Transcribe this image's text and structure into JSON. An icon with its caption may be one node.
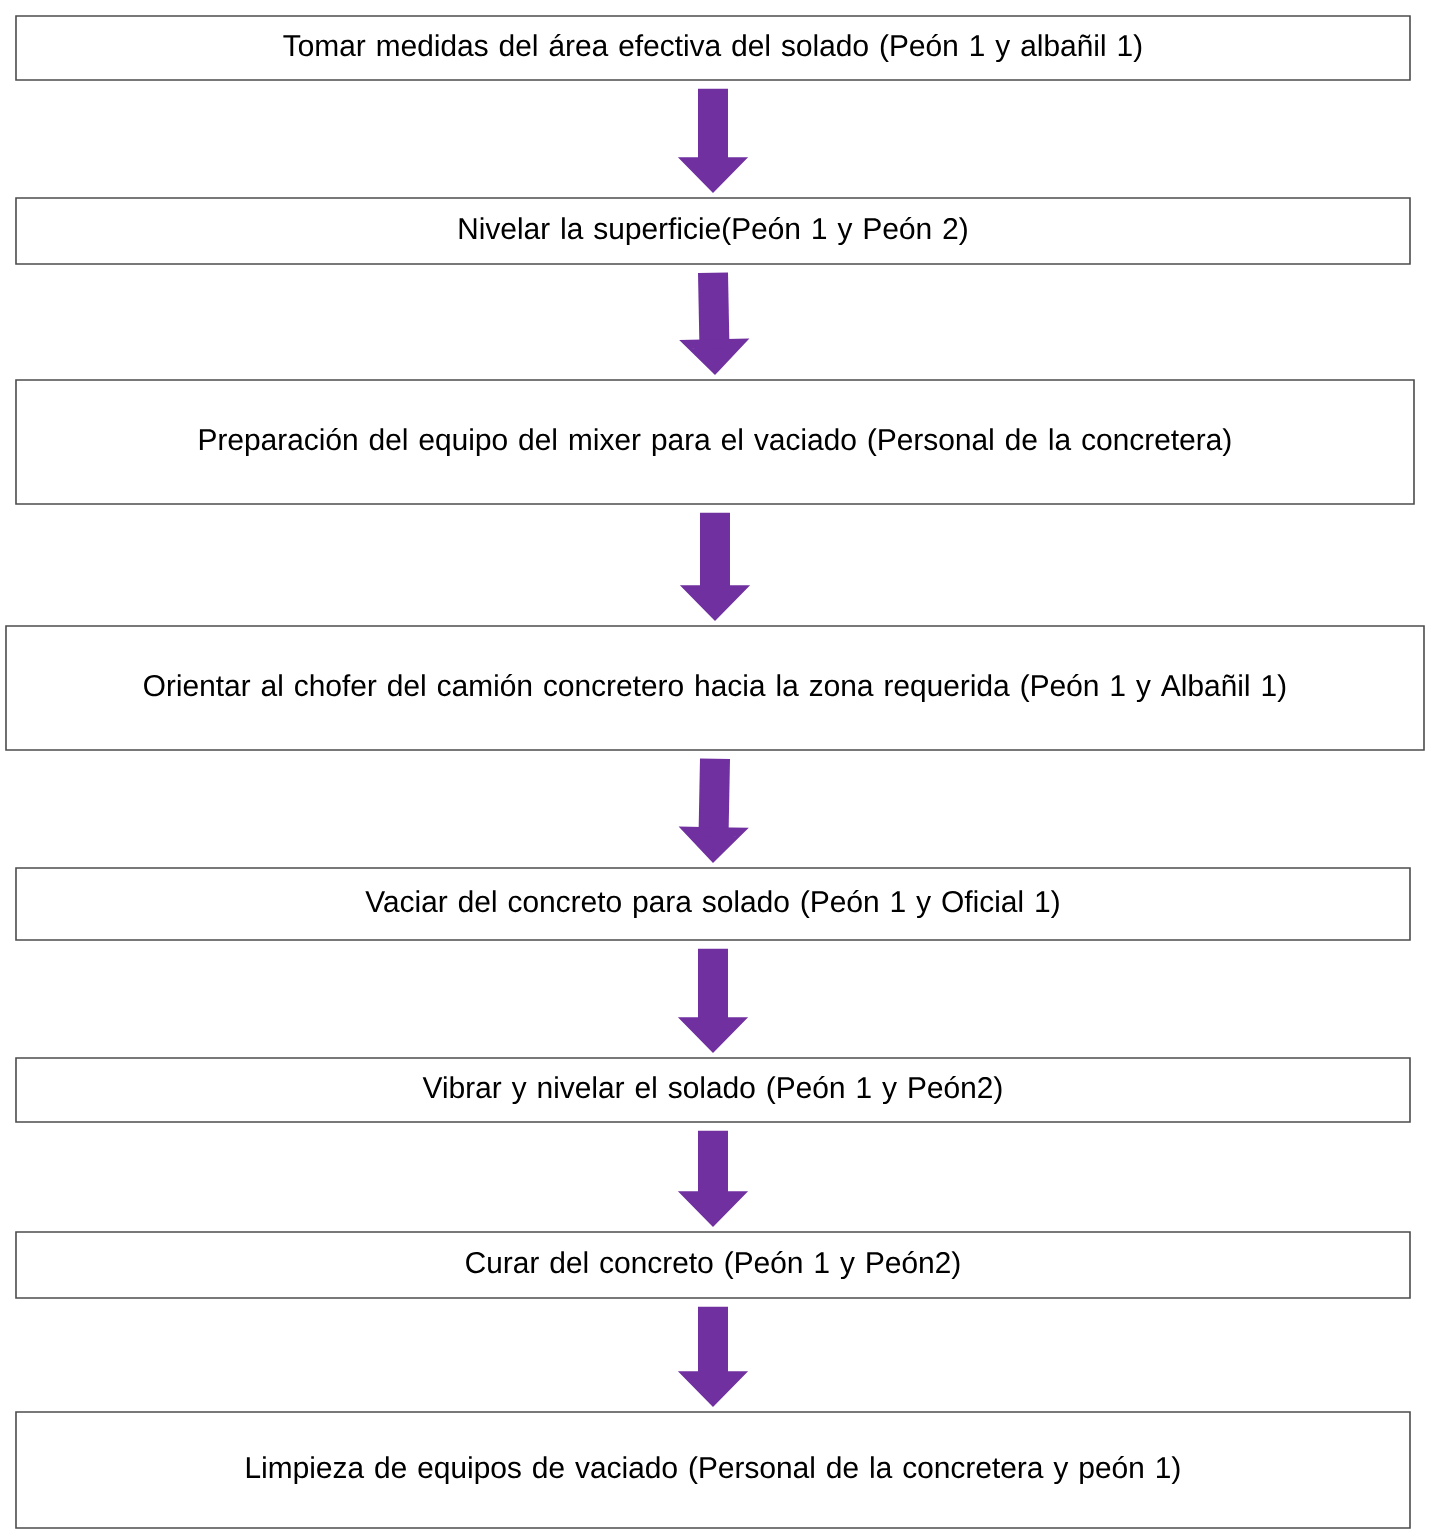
{
  "diagram": {
    "nodes": [
      {
        "text": [
          "Tomar medidas del área efectiva del solado (Peón 1 y albañil 1)"
        ]
      },
      {
        "text": [
          "Nivelar la superficie(Peón 1 y Peón 2)"
        ]
      },
      {
        "text": [
          "Preparación del equipo del mixer para el vaciado (Personal de la concretera)"
        ]
      },
      {
        "text": [
          "Orientar al chofer del camión concretero hacia la zona requerida (Peón 1 y Albañil 1)"
        ]
      },
      {
        "text": [
          "Vaciar del concreto para solado (Peón 1 y Oficial 1)"
        ]
      },
      {
        "text": [
          "Vibrar y nivelar el solado (Peón 1 y Peón2)"
        ]
      },
      {
        "text": [
          "Curar del concreto (Peón 1 y Peón2)"
        ]
      },
      {
        "text": [
          "Limpieza de equipos de vaciado (Personal de la concretera y peón 1)"
        ]
      }
    ],
    "edges": [
      {
        "from": 0,
        "to": 1,
        "arrow": "to"
      },
      {
        "from": 1,
        "to": 2,
        "arrow": "to"
      },
      {
        "from": 2,
        "to": 3,
        "arrow": "to"
      },
      {
        "from": 3,
        "to": 4,
        "arrow": "to"
      },
      {
        "from": 4,
        "to": 5,
        "arrow": "to"
      },
      {
        "from": 5,
        "to": 6,
        "arrow": "to"
      },
      {
        "from": 6,
        "to": 7,
        "arrow": "to"
      }
    ]
  }
}
